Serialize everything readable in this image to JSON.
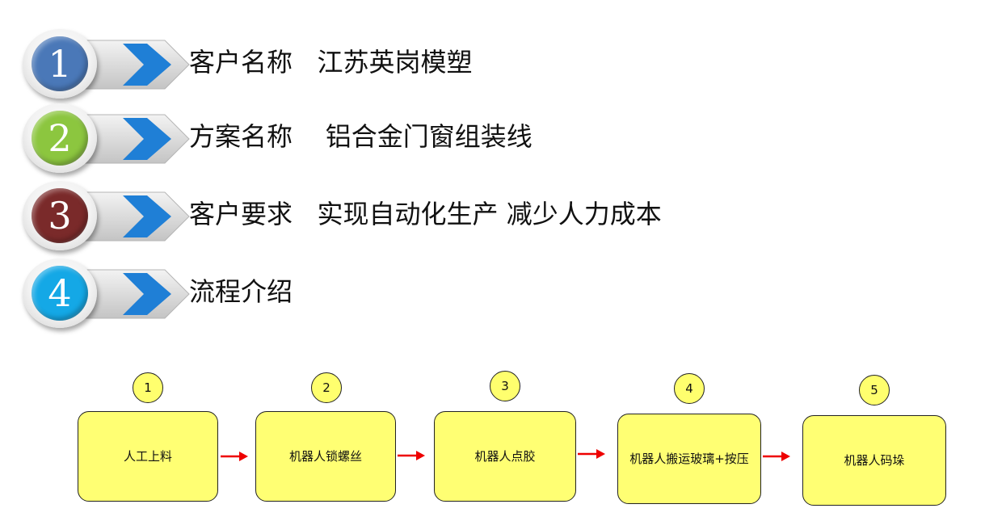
{
  "items": [
    {
      "num": "1",
      "text": "客户名称   江苏英岗模塑",
      "color": "#4a78b8"
    },
    {
      "num": "2",
      "text": "方案名称    铝合金门窗组装线",
      "color": "#8cc63f"
    },
    {
      "num": "3",
      "text": "客户要求   实现自动化生产 减少人力成本",
      "color": "#7a2a2a"
    },
    {
      "num": "4",
      "text": "流程介绍",
      "color": "#14a8e6"
    }
  ],
  "flow": {
    "steps": [
      {
        "num": "1",
        "label": "人工上料"
      },
      {
        "num": "2",
        "label": "机器人锁螺丝"
      },
      {
        "num": "3",
        "label": "机器人点胶"
      },
      {
        "num": "4",
        "label": "机器人搬运玻璃+按压"
      },
      {
        "num": "5",
        "label": "机器人码垛"
      }
    ],
    "box_color": "#ffff73",
    "arrow_color": "#ee0000"
  }
}
